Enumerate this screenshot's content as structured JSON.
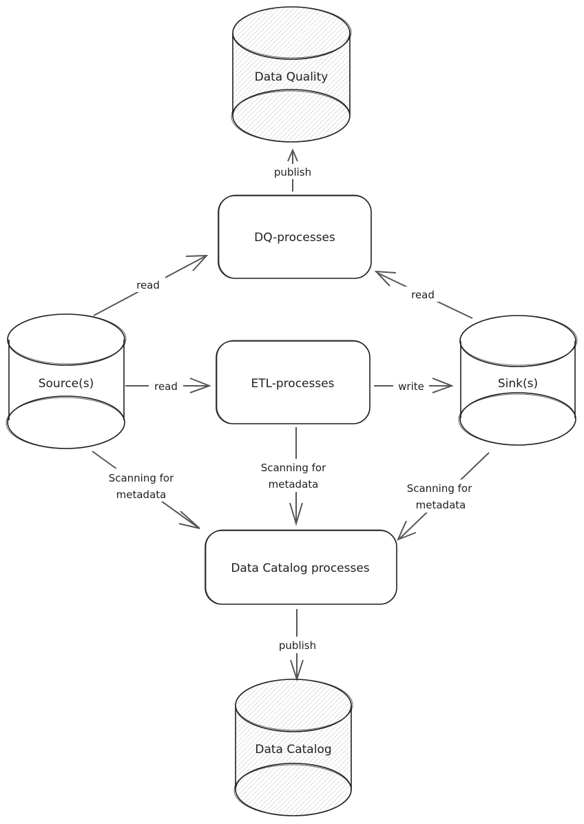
{
  "diagram": {
    "style": "hand-drawn sketch",
    "colors": {
      "stroke": "#1e1e1e",
      "edge": "#555555",
      "hatch": "#c8c8c8",
      "background": "#ffffff"
    },
    "nodes": {
      "data_quality": {
        "label": "Data Quality",
        "shape": "cylinder",
        "fill": "hatched"
      },
      "dq_processes": {
        "label": "DQ-processes",
        "shape": "rounded-rectangle",
        "fill": "hatched"
      },
      "sources": {
        "label": "Source(s)",
        "shape": "cylinder",
        "fill": "none"
      },
      "etl_processes": {
        "label": "ETL-processes",
        "shape": "rounded-rectangle",
        "fill": "none"
      },
      "sinks": {
        "label": "Sink(s)",
        "shape": "cylinder",
        "fill": "none"
      },
      "data_catalog_processes": {
        "label": "Data Catalog processes",
        "shape": "rounded-rectangle",
        "fill": "hatched"
      },
      "data_catalog": {
        "label": "Data Catalog",
        "shape": "cylinder",
        "fill": "hatched"
      }
    },
    "edges": {
      "dq_to_dataquality": {
        "from": "DQ-processes",
        "to": "Data Quality",
        "label": "publish"
      },
      "sources_to_dq": {
        "from": "Source(s)",
        "to": "DQ-processes",
        "label": "read"
      },
      "sinks_to_dq": {
        "from": "Sink(s)",
        "to": "DQ-processes",
        "label": "read"
      },
      "sources_to_etl": {
        "from": "Source(s)",
        "to": "ETL-processes",
        "label": "read"
      },
      "etl_to_sinks": {
        "from": "ETL-processes",
        "to": "Sink(s)",
        "label": "write"
      },
      "sources_to_catalog": {
        "from": "Source(s)",
        "to": "Data Catalog processes",
        "label_line1": "Scanning for",
        "label_line2": "metadata"
      },
      "etl_to_catalog": {
        "from": "ETL-processes",
        "to": "Data Catalog processes",
        "label_line1": "Scanning for",
        "label_line2": "metadata"
      },
      "sinks_to_catalog": {
        "from": "Sink(s)",
        "to": "Data Catalog processes",
        "label_line1": "Scanning for",
        "label_line2": "metadata"
      },
      "catalogproc_to_catalog": {
        "from": "Data Catalog processes",
        "to": "Data Catalog",
        "label": "publish"
      }
    }
  }
}
